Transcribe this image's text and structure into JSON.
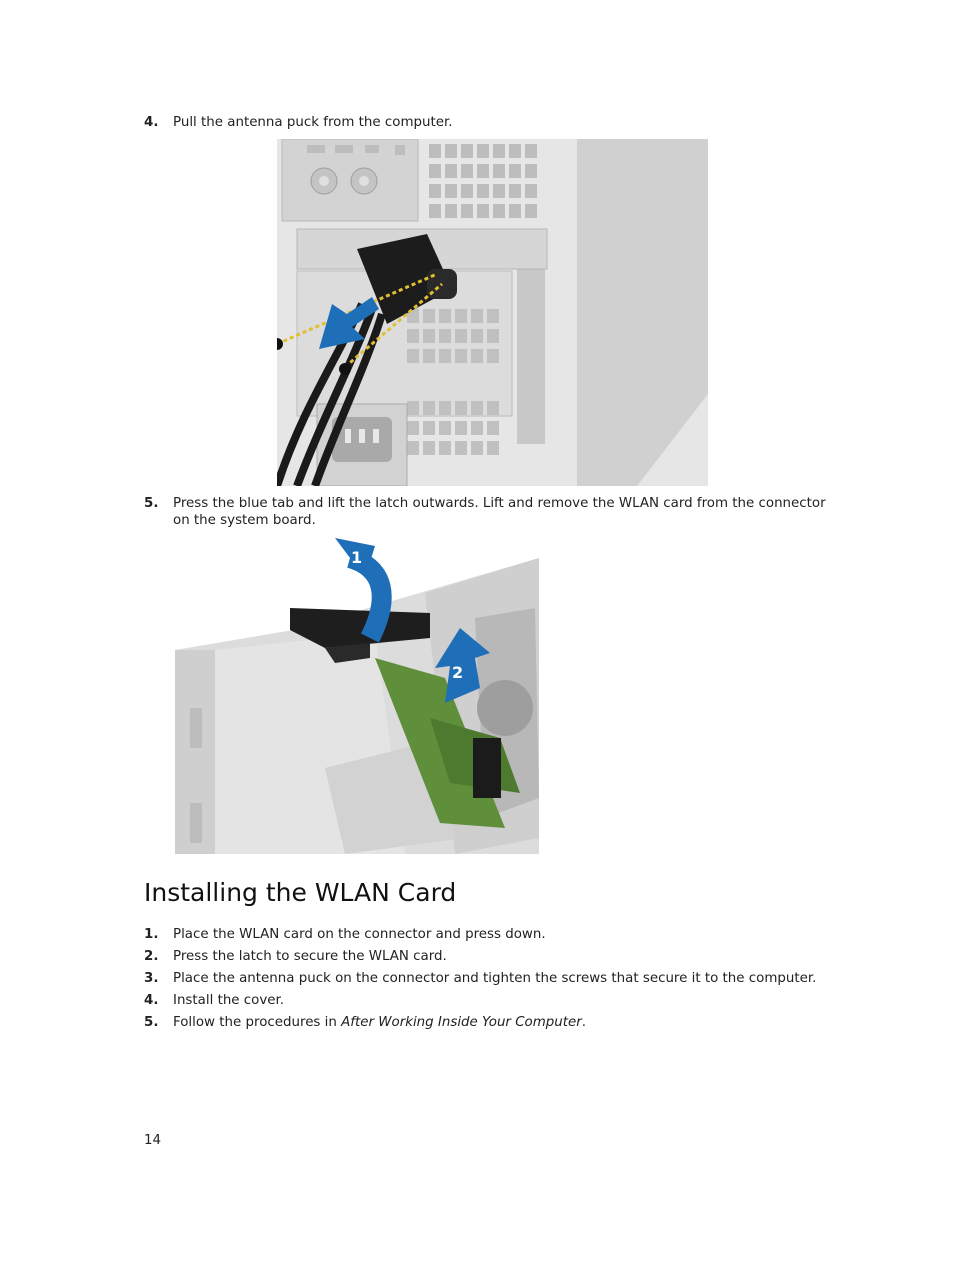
{
  "steps_top": [
    {
      "num": "4.",
      "text": "Pull the antenna puck from the computer."
    },
    {
      "num": "5.",
      "text": "Press the blue tab and lift the latch outwards. Lift and remove the WLAN card from the connector on the system board."
    }
  ],
  "section": {
    "title": "Installing the WLAN Card",
    "steps": [
      {
        "num": "1.",
        "text": "Place the WLAN card on the connector and press down."
      },
      {
        "num": "2.",
        "text": "Press the latch to secure the WLAN card."
      },
      {
        "num": "3.",
        "text": "Place the antenna puck on the connector and tighten the screws that secure it to the computer."
      },
      {
        "num": "4.",
        "text": "Install the cover."
      },
      {
        "num": "5.",
        "text_before": "Follow the procedures in ",
        "text_italic": "After Working Inside Your Computer",
        "text_after": "."
      }
    ]
  },
  "figure2": {
    "arrow1_label": "1",
    "arrow2_label": "2"
  },
  "page_number": "14",
  "colors": {
    "arrow_blue": "#1f6fb8",
    "chassis_grey": "#d9d9d9",
    "board_green": "#5f8f3a"
  }
}
